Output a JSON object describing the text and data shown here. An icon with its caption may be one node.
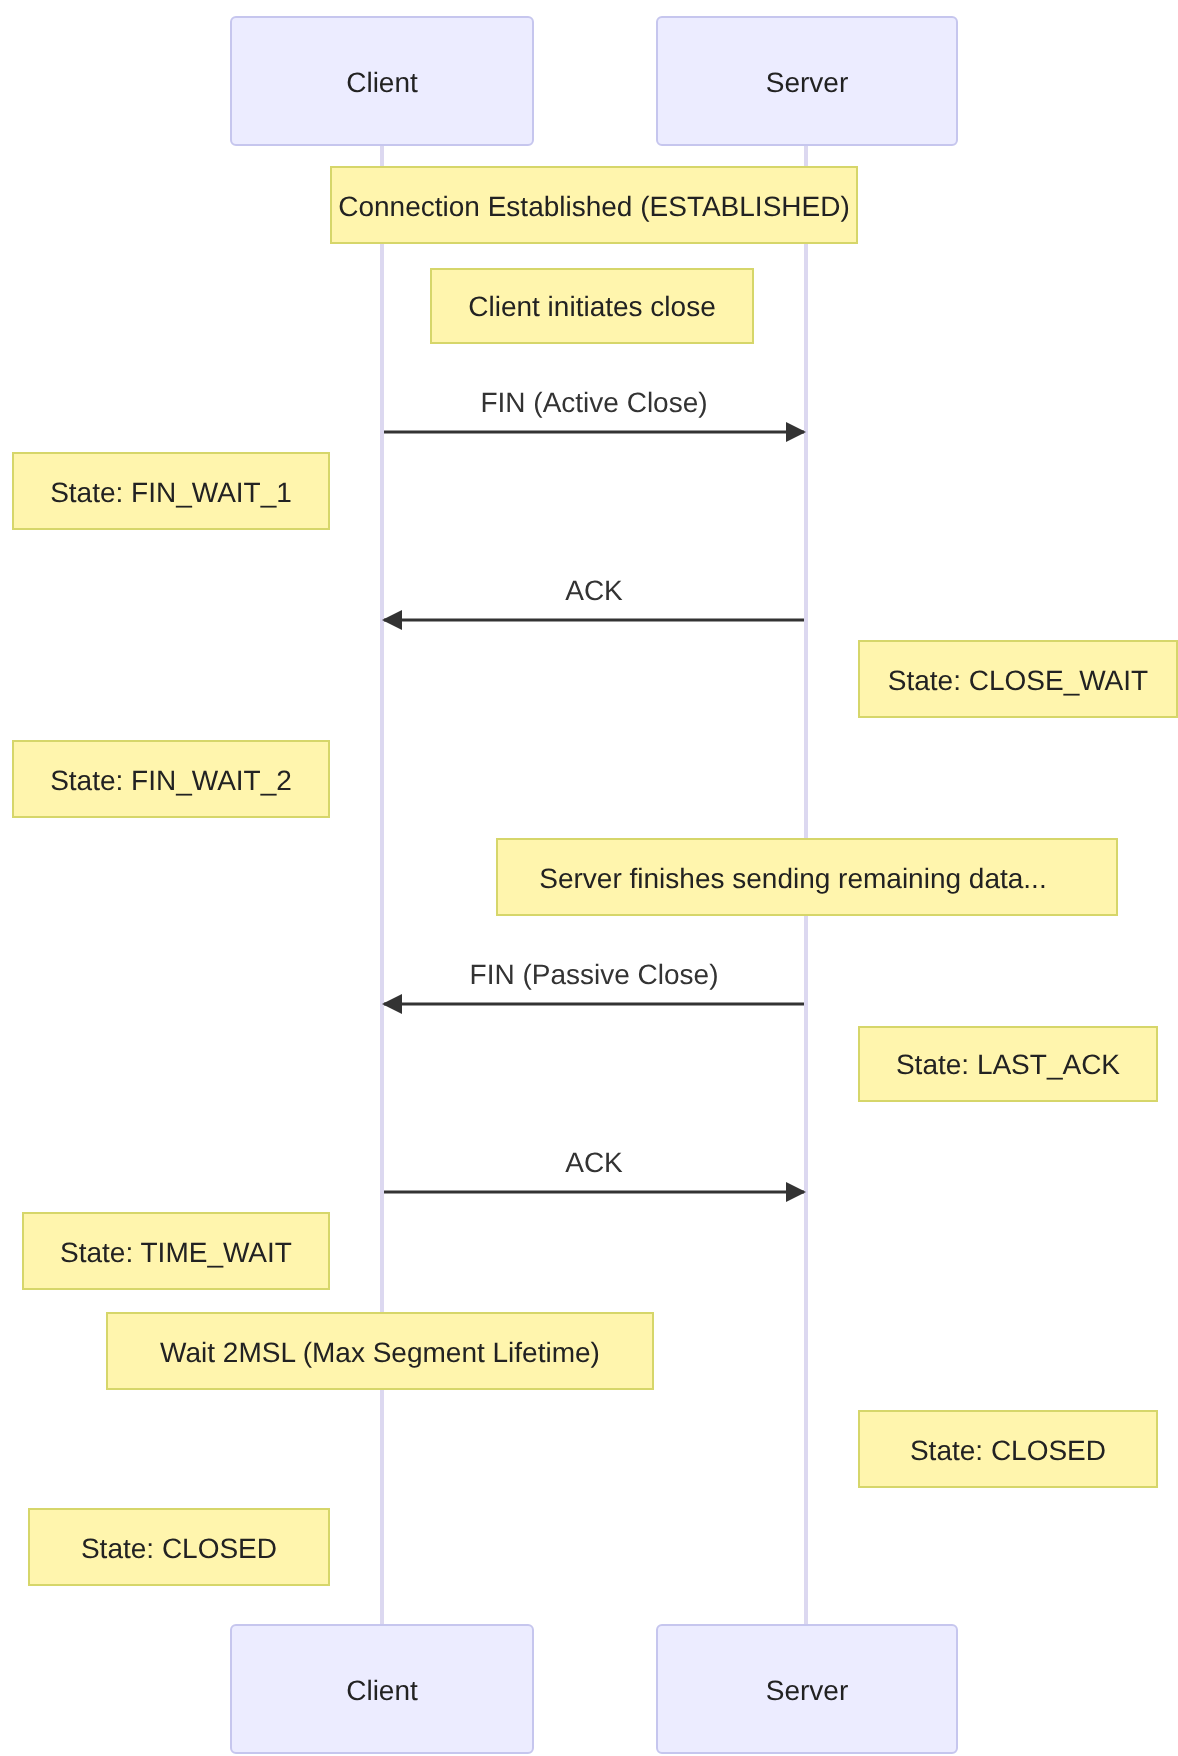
{
  "diagram": {
    "nodes": [
      {
        "text": [
          "Client"
        ]
      },
      {
        "text": [
          "Server"
        ]
      },
      {
        "text": [],
        "shape": "bar"
      },
      {
        "text": [],
        "shape": "bar"
      },
      {
        "text": [
          "Connection Established (ESTABLISHED)"
        ]
      },
      {
        "text": [
          "Client initiates close"
        ]
      },
      {
        "text": [
          "State: FIN_WAIT_1"
        ]
      },
      {
        "text": [
          "State: CLOSE_WAIT"
        ]
      },
      {
        "text": [
          "State: FIN_WAIT_2"
        ]
      },
      {
        "text": [
          "Server finishes sending remaining data..."
        ]
      },
      {
        "text": [
          "State: LAST_ACK"
        ]
      },
      {
        "text": [
          "State: TIME_WAIT"
        ]
      },
      {
        "text": [
          "Wait 2MSL (Max Segment Lifetime)"
        ]
      },
      {
        "text": [
          "State: CLOSED"
        ]
      },
      {
        "text": [
          "State: CLOSED"
        ]
      },
      {
        "text": [
          "Client"
        ]
      },
      {
        "text": [
          "Server"
        ]
      }
    ],
    "edges": [
      {
        "from": 2,
        "to": 3,
        "arrow": "to",
        "label": "FIN (Active Close)"
      },
      {
        "from": 3,
        "to": 2,
        "arrow": "to",
        "label": "ACK"
      },
      {
        "from": 3,
        "to": 2,
        "arrow": "to",
        "label": "FIN (Passive Close)"
      },
      {
        "from": 2,
        "to": 3,
        "arrow": "to",
        "label": "ACK"
      }
    ]
  }
}
